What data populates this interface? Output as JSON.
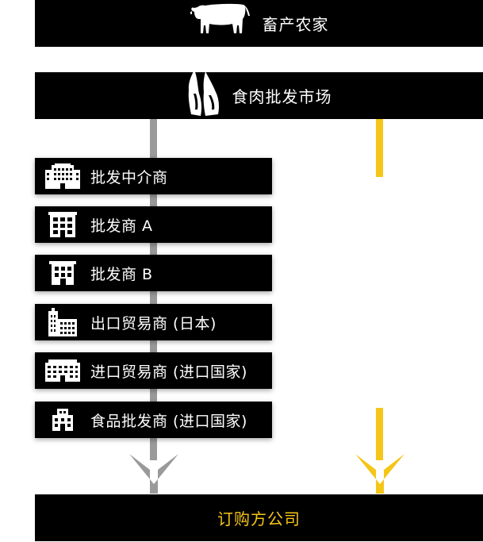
{
  "top_bar": {
    "label": "畜产农家",
    "icon": "cow-icon"
  },
  "market_bar": {
    "label": "食肉批发市场",
    "icon": "meat-cuts-icon"
  },
  "chain": [
    {
      "label": "批发中介商",
      "icon": "office-tower-icon"
    },
    {
      "label": "批发商 A",
      "icon": "building-icon"
    },
    {
      "label": "批发商 B",
      "icon": "building-icon"
    },
    {
      "label": "出口贸易商 (日本)",
      "icon": "skyscraper-building-icon"
    },
    {
      "label": "进口贸易商 (进口国家)",
      "icon": "wide-building-icon"
    },
    {
      "label": "食品批发商 (进口国家)",
      "icon": "small-building-icon"
    }
  ],
  "buyer_bar": {
    "label": "订购方公司"
  },
  "colors": {
    "bar": "#000000",
    "gray_flow": "#9a9a9a",
    "yellow_flow": "#f5c518",
    "text": "#ffffff"
  }
}
